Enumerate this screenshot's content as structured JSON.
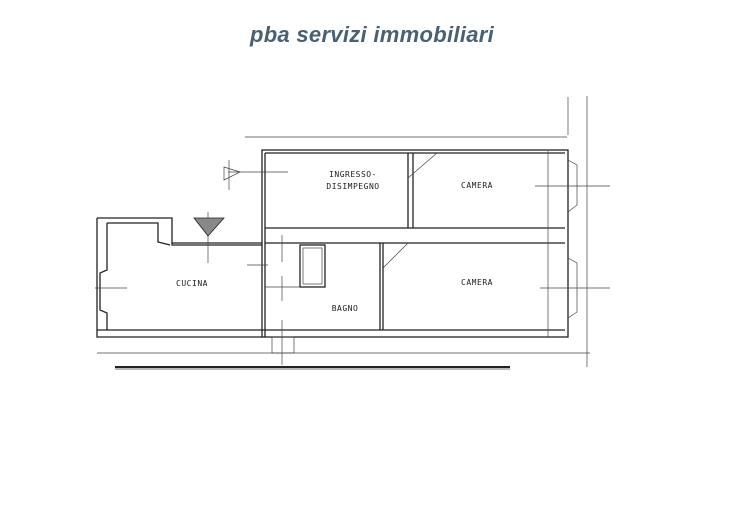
{
  "header": {
    "title": "pba servizi immobiliari"
  },
  "floor_plan": {
    "rooms": [
      {
        "label_line1": "INGRESSO-",
        "label_line2": "DISIMPEGNO"
      },
      {
        "label": "CAMERA"
      },
      {
        "label": "CUCINA"
      },
      {
        "label": "BAGNO"
      },
      {
        "label": "CAMERA"
      }
    ]
  }
}
